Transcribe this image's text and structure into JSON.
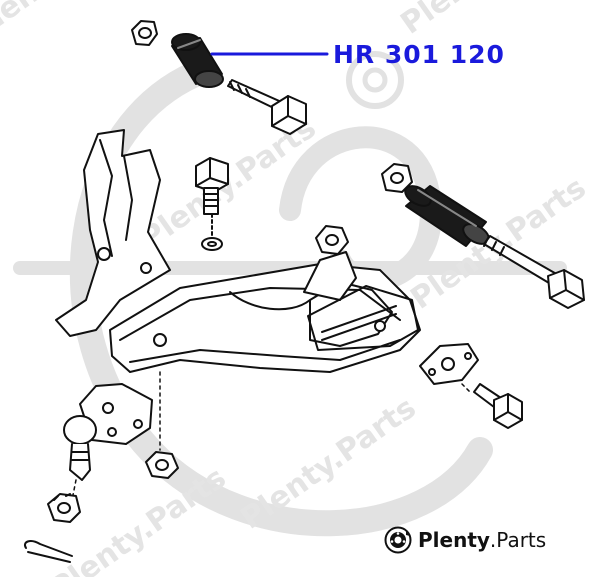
{
  "diagram": {
    "part_number": "HR 301 120",
    "brand": {
      "name": "Plenty",
      "separator": ".",
      "suffix": "Parts"
    },
    "watermark_text": "Plenty.Parts",
    "colors": {
      "label": "#1a1adc",
      "leader_line": "#1a1adc",
      "outline": "#111111",
      "watermark": "#e2e2e2"
    },
    "icons": {
      "brand": "brake-disc-icon"
    }
  }
}
